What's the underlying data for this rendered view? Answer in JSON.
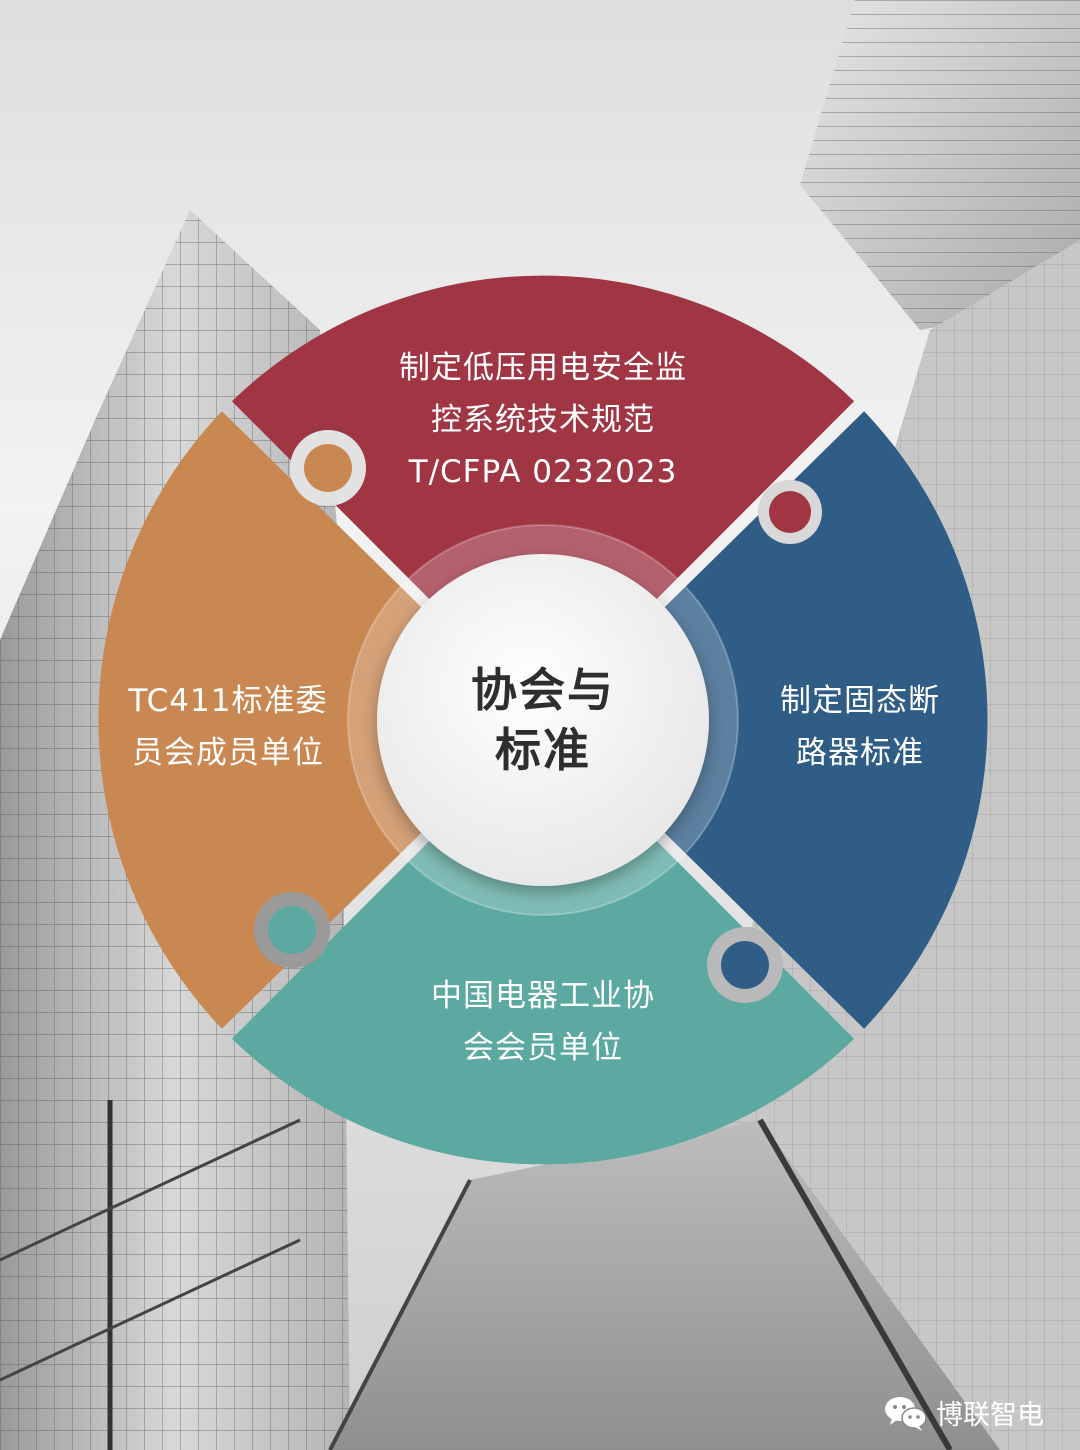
{
  "center": {
    "title_line1": "协会与",
    "title_line2": "标准"
  },
  "segments": [
    {
      "id": "top",
      "color": "#a03544",
      "lines": [
        "制定低压用电安全监",
        "控系统技术规范",
        "T/CFPA 0232023"
      ]
    },
    {
      "id": "right",
      "color": "#2f5d86",
      "lines": [
        "制定固态断",
        "路器标准"
      ]
    },
    {
      "id": "bottom",
      "color": "#5ba9a0",
      "lines": [
        "中国电器工业协",
        "会会员单位"
      ]
    },
    {
      "id": "left",
      "color": "#c98752",
      "lines": [
        "TC411标准委",
        "员会成员单位"
      ]
    }
  ],
  "watermark": {
    "icon": "wechat-icon",
    "text": "博联智电"
  }
}
